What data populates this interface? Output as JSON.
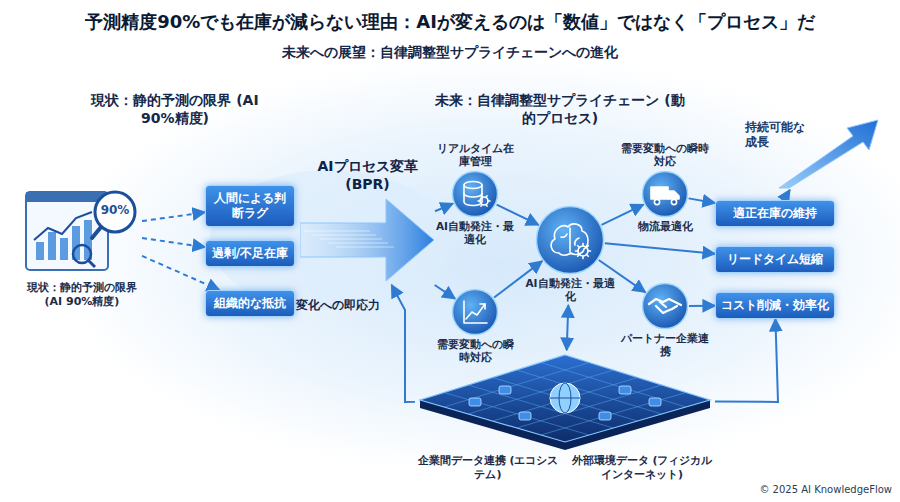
{
  "diagram": {
    "title": "予測精度90%でも在庫が減らない理由：AIが変えるのは「数値」ではなく「プロセス」だ",
    "nodes": [
      {
        "text": [
          "90%",
          "現状：静的予測の限界 (AI 90%精度)"
        ]
      },
      {
        "text": [
          "人間による判断ラグ"
        ]
      },
      {
        "text": [
          "過剰/不足在庫"
        ]
      },
      {
        "text": [
          "組織的な抵抗"
        ]
      },
      {
        "text": [
          "AIプロセス変革 (BPR)"
        ]
      },
      {
        "text": [
          "リアルタイム在庫管理",
          "AI自動発注・最適化"
        ]
      },
      {
        "text": [
          "需要変動への瞬時対応"
        ]
      },
      {
        "text": [
          "AI自動発注・最適化"
        ]
      },
      {
        "text": [
          "需要変動への瞬時対応",
          "物流最適化"
        ]
      },
      {
        "text": [
          "パートナー企業連携"
        ]
      },
      {
        "text": [
          "企業間データ連携 (エコシステム)",
          "外部環境データ (フィジカルインターネット)"
        ]
      },
      {
        "text": [
          "適正在庫の維持"
        ]
      },
      {
        "text": [
          "リードタイム短縮"
        ]
      },
      {
        "text": [
          "コスト削減・効率化"
        ]
      },
      {
        "text": [
          "持続可能な成長"
        ]
      }
    ],
    "edges": [
      {
        "from": 0,
        "to": 1,
        "arrow": "to"
      },
      {
        "from": 0,
        "to": 2,
        "arrow": "to"
      },
      {
        "from": 0,
        "to": 3,
        "arrow": "to"
      },
      {
        "from": 4,
        "to": 5,
        "arrow": "to"
      },
      {
        "from": 4,
        "to": 6,
        "arrow": "to"
      },
      {
        "from": 5,
        "to": 7,
        "arrow": "to"
      },
      {
        "from": 6,
        "to": 7,
        "arrow": "to"
      },
      {
        "from": 7,
        "to": 8,
        "arrow": "to"
      },
      {
        "from": 7,
        "to": 9,
        "arrow": "to"
      },
      {
        "from": 7,
        "to": 12,
        "arrow": "to"
      },
      {
        "from": 8,
        "to": 11,
        "arrow": "to"
      },
      {
        "from": 9,
        "to": 13,
        "arrow": "to"
      },
      {
        "from": 10,
        "to": 7,
        "arrow": "both"
      },
      {
        "from": 10,
        "to": 4,
        "arrow": "to"
      },
      {
        "from": 10,
        "to": 13,
        "arrow": "to"
      },
      {
        "from": 11,
        "to": 14,
        "arrow": "to"
      }
    ],
    "labels": [
      "未来への展望：自律調整型サプライチェーンへの進化",
      "現状：静的予測の限界 (AI 90%精度)",
      "未来：自律調整型サプライチェーン (動的プロセス)",
      "変化への即応力",
      "© 2025 AI KnowledgeFlow"
    ]
  }
}
